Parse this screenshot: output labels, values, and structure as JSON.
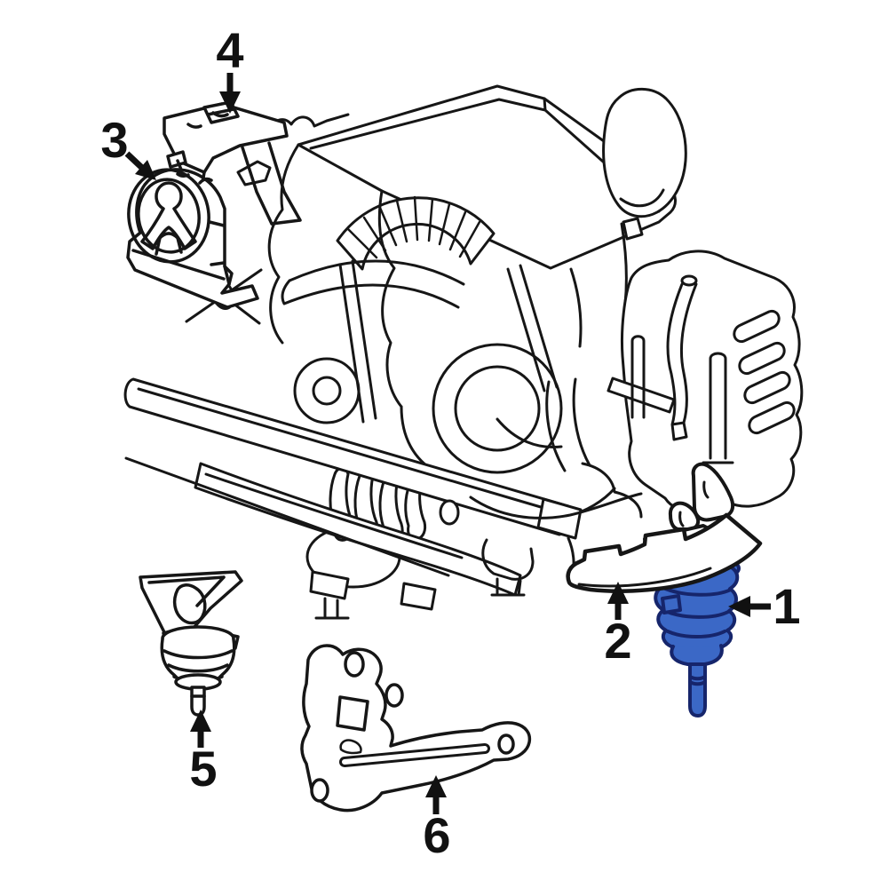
{
  "diagram": {
    "title": "engine-and-transmission-mounting-parts-diagram",
    "background_color": "#ffffff",
    "line_color": "#161616",
    "highlighted_part": {
      "number": "1",
      "fill": "#3b68c6",
      "outline": "#16256b"
    },
    "callouts": [
      {
        "number": "1",
        "arrow_direction": "left",
        "highlighted": true,
        "points_to": "engine-mount-bushing-highlighted"
      },
      {
        "number": "2",
        "arrow_direction": "up",
        "highlighted": false,
        "points_to": "mount-support-crescent-bracket"
      },
      {
        "number": "3",
        "arrow_direction": "down-right",
        "highlighted": false,
        "points_to": "front-engine-mount"
      },
      {
        "number": "4",
        "arrow_direction": "down",
        "highlighted": false,
        "points_to": "upper-mount-bracket"
      },
      {
        "number": "5",
        "arrow_direction": "up",
        "highlighted": false,
        "points_to": "lower-engine-mount"
      },
      {
        "number": "6",
        "arrow_direction": "up",
        "highlighted": false,
        "points_to": "mount-bracket-plate"
      }
    ]
  }
}
